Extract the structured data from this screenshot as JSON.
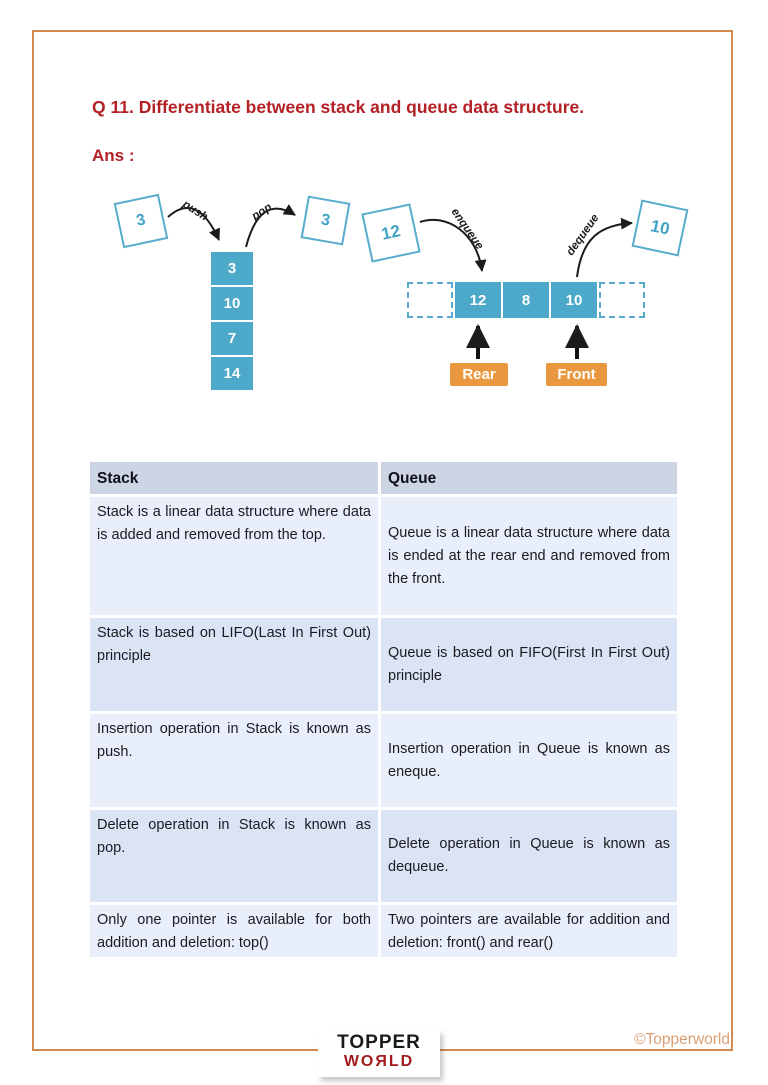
{
  "page": {
    "question": "Q 11. Differentiate between stack and queue data structure.",
    "answer_label": "Ans :"
  },
  "diagram": {
    "stack": {
      "incoming_value": "3",
      "outgoing_value": "3",
      "push_label": "push",
      "pop_label": "pop",
      "cells": [
        "3",
        "10",
        "7",
        "14"
      ]
    },
    "queue": {
      "incoming_value": "12",
      "outgoing_value": "10",
      "enqueue_label": "enqueue",
      "dequeue_label": "dequeue",
      "cells": [
        "12",
        "8",
        "10"
      ],
      "rear_label": "Rear",
      "front_label": "Front"
    }
  },
  "table": {
    "headers": [
      "Stack",
      "Queue"
    ],
    "rows": [
      [
        "Stack is a linear data structure where data is added and removed from the top.",
        "Queue is a linear data structure where data is ended at the rear end and removed from the front."
      ],
      [
        "Stack is based on LIFO(Last In First Out) principle",
        "Queue is based on FIFO(First In First Out) principle"
      ],
      [
        "Insertion operation in Stack is known as push.",
        "Insertion operation in Queue is known as eneque."
      ],
      [
        "Delete operation in Stack is known as pop.",
        "Delete operation in Queue is known as dequeue."
      ],
      [
        "Only one pointer is available for both addition and deletion: top()",
        "Two pointers are available for addition and deletion: front() and rear()"
      ]
    ]
  },
  "footer": {
    "logo_top": "TOPPER",
    "logo_bottom": "WOЯLD",
    "copyright": "©Topperworld"
  },
  "colors": {
    "title_red": "#b32025",
    "page_border_orange": "#cf8c52",
    "cell_blue": "#4da9c9",
    "pointer_label_orange": "#e9983f",
    "table_header_bg": "#cdd4e4",
    "table_row_light_bg": "#e9eefb",
    "table_row_blue_bg": "#dbe4f5",
    "copyright_orange": "#dc9f73",
    "logo_red": "#a31b1e"
  }
}
